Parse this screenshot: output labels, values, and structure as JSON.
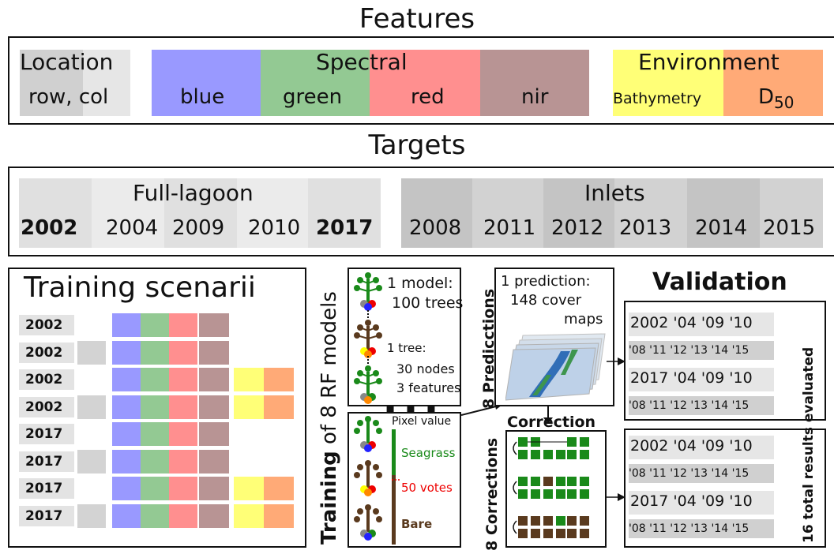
{
  "features": {
    "title": "Features",
    "location": {
      "label": "Location",
      "sub": "row, col"
    },
    "spectral": {
      "label": "Spectral",
      "bands": [
        "blue",
        "green",
        "red",
        "nir"
      ]
    },
    "environment": {
      "label": "Environment",
      "vars": [
        "Bathymetry",
        "D",
        "50"
      ]
    }
  },
  "targets": {
    "title": "Targets",
    "full_lagoon": {
      "label": "Full-lagoon",
      "years": [
        "2002",
        "2004",
        "2009",
        "2010",
        "2017"
      ]
    },
    "inlets": {
      "label": "Inlets",
      "years": [
        "2008",
        "2011",
        "2012",
        "2013",
        "2014",
        "2015"
      ]
    }
  },
  "training": {
    "title": "Training scenarii",
    "scenarios": [
      {
        "year": "2002",
        "location": false,
        "spectral": true,
        "environment": false
      },
      {
        "year": "2002",
        "location": true,
        "spectral": true,
        "environment": false
      },
      {
        "year": "2002",
        "location": false,
        "spectral": true,
        "environment": true
      },
      {
        "year": "2002",
        "location": true,
        "spectral": true,
        "environment": true
      },
      {
        "year": "2017",
        "location": false,
        "spectral": true,
        "environment": false
      },
      {
        "year": "2017",
        "location": true,
        "spectral": true,
        "environment": false
      },
      {
        "year": "2017",
        "location": false,
        "spectral": true,
        "environment": true
      },
      {
        "year": "2017",
        "location": true,
        "spectral": true,
        "environment": true
      }
    ]
  },
  "rf": {
    "vertical_title_bold": "Training",
    "vertical_title_rest": " of 8 RF models",
    "model_line1": "1 model:",
    "model_line2": "100 trees",
    "tree_line1": "1 tree:",
    "tree_line2": "30 nodes",
    "tree_line3": "3 features",
    "dots": "▪ ▪ ▪",
    "pixel_value": "Pixel value",
    "seagrass": "Seagrass",
    "votes": "50 votes",
    "bare": "Bare"
  },
  "predictions": {
    "vertical_title": "8 Predicctions",
    "line1": "1 prediction:",
    "line2": "148 cover",
    "line3": "maps"
  },
  "corrections": {
    "vertical_title": "8 Corrections",
    "title": "Correction"
  },
  "validation": {
    "title": "Validation",
    "vertical_title": "16 total results evaluated",
    "groups": [
      {
        "full": "2002 '04 '09 '10",
        "inlets": "'08 '11 '12 '13 '14 '15"
      },
      {
        "full": "2017 '04 '09 '10",
        "inlets": "'08 '11 '12 '13 '14 '15"
      },
      {
        "full": "2002 '04 '09 '10",
        "inlets": "'08 '11 '12 '13 '14 '15"
      },
      {
        "full": "2017 '04 '09 '10",
        "inlets": "'08 '11 '12 '13 '14 '15"
      }
    ]
  },
  "colors": {
    "blue": "#9999ff",
    "green": "#93c993",
    "red": "#ff8f8f",
    "nir": "#b89494",
    "bathymetry": "#ffff77",
    "d50": "#ffaa77",
    "location": "#d3d3d3",
    "seagrass": "#1a8a1a",
    "bare": "#5a3a1e"
  }
}
